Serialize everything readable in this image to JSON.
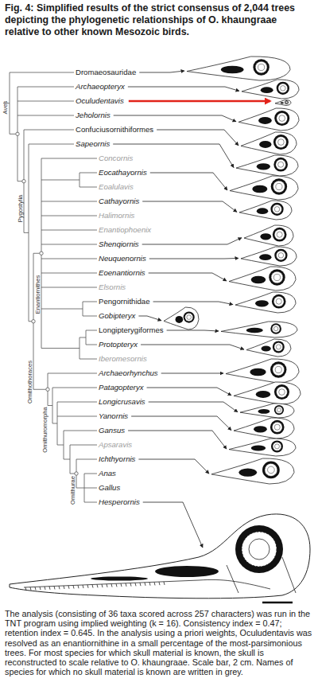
{
  "diagram": {
    "title": "Fig. 4: Simplified results of the strict consensus of 2,044 trees depicting the phylogenetic relationships of O. khaungraae relative to other known Mesozoic birds.",
    "caption": "The analysis (consisting of 36 taxa scored across 257 characters) was run in the TNT program using implied weighting (k = 16). Consistency index = 0.47; retention index = 0.645. In the analysis using a priori weights, Oculudentavis was resolved as an enantiornithine in a small percentage of the most-parsimonious trees. For most species for which skull material is known, the skull is reconstructed to scale relative to O. khaungraae. Scale bar, 2 cm. Names of species for which no skull material is known are written in grey.",
    "labels": [
      "Dromaeosauridae",
      "Archaeopteryx",
      "Oculudentavis",
      "Jeholornis",
      "Confuciusornithiformes",
      "Sapeornis",
      "Concornis",
      "Eocathayornis",
      "Eoalulavis",
      "Cathayornis",
      "Halimornis",
      "Enantiophoenix",
      "Shenqiornis",
      "Neuquenornis",
      "Eoenantiornis",
      "Elsornis",
      "Pengornithidae",
      "Gobipteryx",
      "Longipterygiformes",
      "Protopteryx",
      "Iberomesornis",
      "Archaeorhynchus",
      "Patagopteryx",
      "Longicrusavis",
      "Yanornis",
      "Gansus",
      "Apsaravis",
      "Ichthyornis",
      "Anas",
      "Gallus",
      "Hesperornis",
      "Aves",
      "Pygostylia",
      "Enantiornithes",
      "Ornithothoraces",
      "Ornithuromorpha",
      "Ornithurae"
    ]
  }
}
